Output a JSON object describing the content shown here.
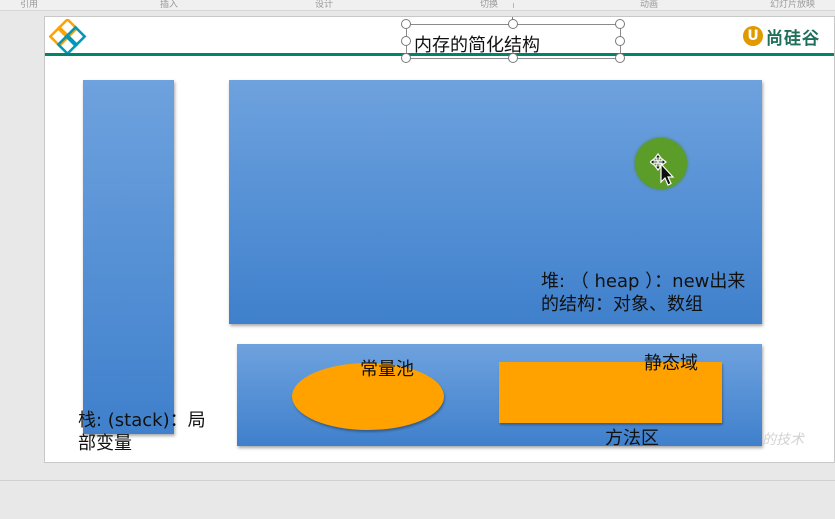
{
  "ruler": {
    "labels": [
      "引用",
      "插入",
      "设计",
      "切换",
      "动画",
      "幻灯片放映"
    ]
  },
  "slide": {
    "title": "内存的简化结构",
    "brand": {
      "company_text": "尚硅谷",
      "company_mark": "U"
    },
    "heap": {
      "label_line1": "堆: （ heap ）：new出来",
      "label_line2": "的结构：对象、数组"
    },
    "stack": {
      "label_line1": "栈: (stack)：局",
      "label_line2": "部变量"
    },
    "method_area": {
      "label": "方法区",
      "constant_pool_label": "常量池",
      "static_area_label": "静态域"
    },
    "watermark": "的技术"
  },
  "colors": {
    "region_blue": "#4f8fd6",
    "pool_orange": "#ffa200",
    "header_green": "#00846a",
    "object_green": "#5c9c28"
  }
}
